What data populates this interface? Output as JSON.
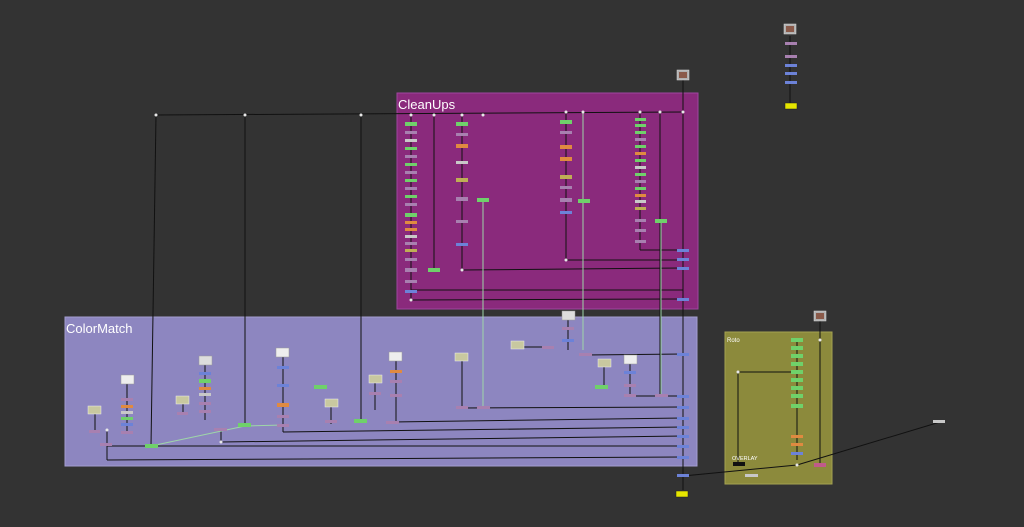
{
  "app": {
    "view": "node-graph"
  },
  "backdrops": {
    "cleanups": {
      "label": "CleanUps",
      "color": "#8a2a7c"
    },
    "colormatch": {
      "label": "ColorMatch",
      "color": "#8d86c0"
    },
    "roto": {
      "label": "Roto",
      "color": "#8c8a3c"
    }
  },
  "nodes": {
    "overlay_label": "OVERLAY"
  },
  "colors": {
    "background": "#333333",
    "wire": "#111111",
    "wire_highlight": "#9ed6a8",
    "node_green": "#6fd16a",
    "node_purple": "#a880b0",
    "node_blue": "#6c82d8",
    "node_orange": "#e08a40",
    "node_olive": "#bfae55",
    "node_yellow": "#e6e600",
    "node_grey": "#c8c8c8",
    "node_pink": "#c05a8a",
    "dot": "#e8e8e8"
  }
}
